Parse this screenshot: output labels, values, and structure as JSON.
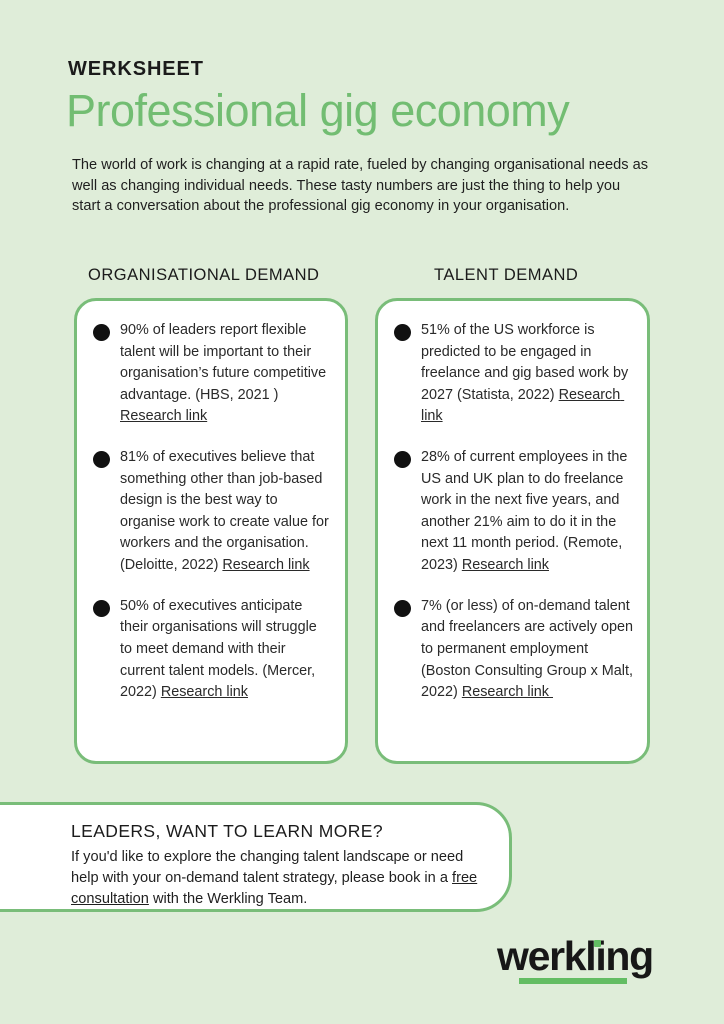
{
  "colors": {
    "background": "#dfedd9",
    "accent_green": "#72bd72",
    "border_green": "#79bd79",
    "text": "#1b1b1b",
    "logo_green": "#63bd63"
  },
  "header": {
    "eyebrow": "WERKSHEET",
    "title": "Professional gig economy",
    "intro": "The world of work is changing at a rapid rate, fueled by changing organisational needs as well as changing individual needs. These tasty numbers are just the thing to help you start a conversation about the professional gig economy in your organisation."
  },
  "columns": [
    {
      "heading": "ORGANISATIONAL DEMAND",
      "facts": [
        {
          "text": "90% of leaders report flexible talent will be important to their organisation’s future competitive advantage. (HBS, 2021 ) ",
          "link": "Research link"
        },
        {
          "text": "81% of executives believe that something other than job-based design is the best way to organise work to create value for workers and the organisation. (Deloitte, 2022) ",
          "link": "Research link"
        },
        {
          "text": "50% of executives anticipate their organisations will struggle to meet demand with their current talent models. (Mercer, 2022) ",
          "link": "Research link"
        }
      ]
    },
    {
      "heading": "TALENT DEMAND",
      "facts": [
        {
          "text": "51% of the US workforce is predicted to be engaged in freelance and gig based work by  2027 (Statista, 2022) ",
          "link": "Research link"
        },
        {
          "text": "28% of current employees in the US and UK plan to do freelance work in the next five years, and another 21% aim to do it in the next 11 month period. (Remote, 2023) ",
          "link": "Research link"
        },
        {
          "text": "7% (or less) of on-demand talent and freelancers are actively open to permanent employment (Boston Consulting Group x Malt, 2022) ",
          "link": "Research link "
        }
      ]
    }
  ],
  "cta": {
    "title": "LEADERS, WANT TO LEARN MORE?",
    "body_before": "If you'd like to explore the changing talent landscape or need help with your on-demand talent strategy, please book in a ",
    "link": "free consultation",
    "body_after": " with the Werkling Team."
  },
  "logo": {
    "wordmark": "werkling"
  }
}
